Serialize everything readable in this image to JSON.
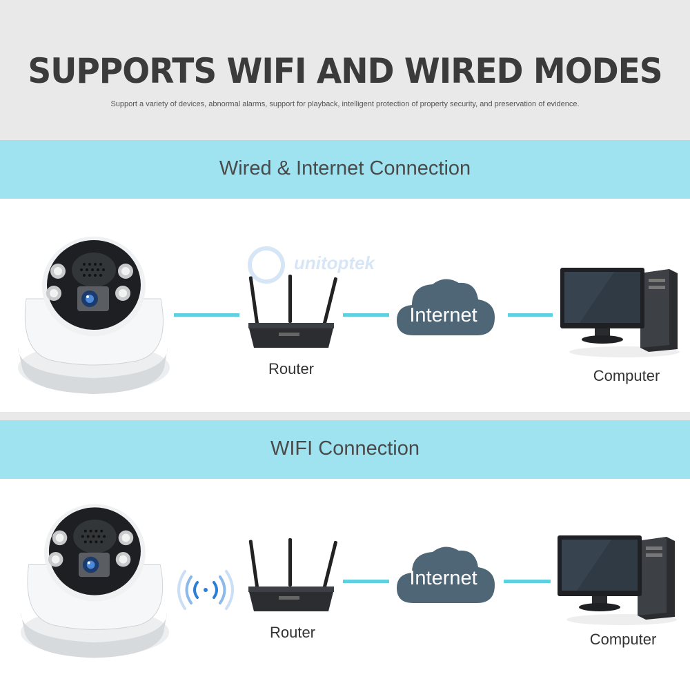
{
  "header": {
    "title": "SUPPORTS WIFI AND WIRED MODES",
    "subtitle": "Support a variety of devices, abnormal alarms, support for playback, intelligent protection of property security, and preservation of evidence."
  },
  "sections": [
    {
      "heading": "Wired & Internet Connection",
      "router_label": "Router",
      "cloud_label": "Internet",
      "computer_label": "Computer"
    },
    {
      "heading": "WIFI Connection",
      "router_label": "Router",
      "cloud_label": "Internet",
      "computer_label": "Computer"
    }
  ],
  "watermark": {
    "text": "unitoptek"
  },
  "colors": {
    "band": "#9ee3ef",
    "line": "#5fd0e0",
    "cloud": "#4f6677",
    "header_bg": "#e9e9ea",
    "title": "#3b3b3b"
  },
  "icons": [
    "dome-camera-icon",
    "router-icon",
    "cloud-icon",
    "computer-icon",
    "wifi-signal-icon"
  ]
}
